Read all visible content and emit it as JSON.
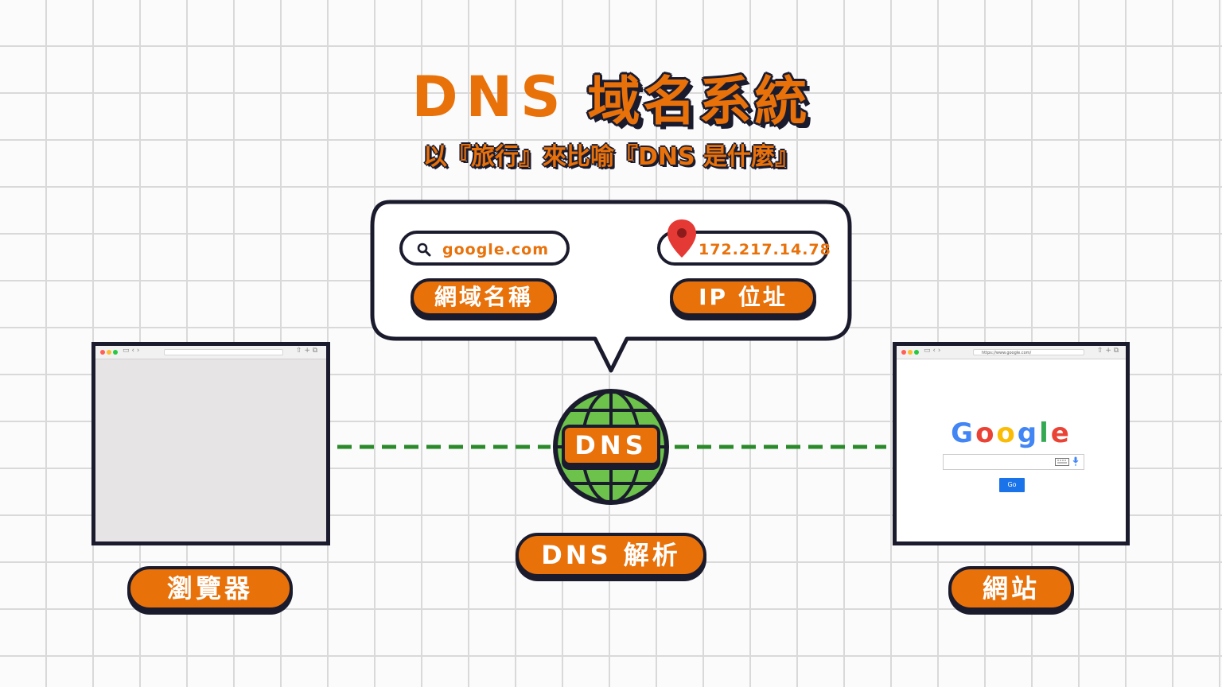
{
  "title": {
    "en": "DNS",
    "zh": "域名系統"
  },
  "subtitle": "以『旅行』來比喻『DNS 是什麼』",
  "bubble": {
    "domain_value": "google.com",
    "ip_value": "172.217.14.78",
    "domain_label": "網域名稱",
    "ip_label": "IP 位址"
  },
  "dns_center": {
    "badge": "DNS",
    "label": "DNS 解析"
  },
  "browser": {
    "label": "瀏覽器"
  },
  "website": {
    "label": "網站",
    "url": "https://www.google.com/",
    "logo_letters": [
      "G",
      "o",
      "o",
      "g",
      "l",
      "e"
    ],
    "go_label": "Go"
  },
  "colors": {
    "accent": "#e8710a",
    "outline": "#1b1b2e",
    "connector": "#2a8a2a",
    "globe": "#6cc24a",
    "pin": "#e53935",
    "go_button": "#1a73e8",
    "google_blue": "#4285f4",
    "google_red": "#ea4335",
    "google_yellow": "#fbbc05",
    "google_green": "#34a853"
  },
  "icons": [
    "search-icon",
    "location-pin-icon",
    "globe-icon",
    "microphone-icon",
    "keyboard-icon"
  ]
}
